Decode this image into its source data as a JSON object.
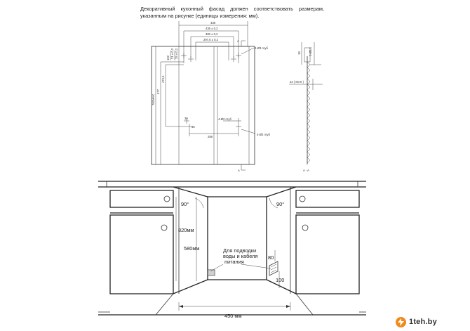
{
  "intro": "Декоративный кухонный фасад должен соответствовать размерам, указанным на рисунке (единицы измерения: мм).",
  "top": {
    "dims_h": [
      "438",
      "436 ± 0,2",
      "380 ± 0,2",
      "297,5 ± 0,2"
    ],
    "dims_v": [
      "700MAX",
      "577",
      "474,6",
      "102",
      "21 ± 0,2",
      "25 ± 0,2"
    ],
    "small": [
      "39",
      "35",
      "286"
    ],
    "holes": [
      "2-Ø3 глуб",
      "4-Ø2 глуб",
      "4-Ø2 глуб"
    ],
    "section_mark": "A",
    "profile_dims": [
      "18",
      "2-Ø5,5"
    ],
    "profile_label": "22 ( MAX )",
    "section_caption": "A - A"
  },
  "bottom": {
    "angle_left": "90°",
    "angle_right": "90°",
    "height": "820мм",
    "depth": "580мм",
    "width": "450 мм",
    "note_lines": [
      "Для подводки",
      "воды и кабеля",
      "питания"
    ],
    "dim_80": "80",
    "dim_100": "100"
  },
  "watermark": {
    "text": "1teh.by",
    "color": "#f08a1c"
  }
}
